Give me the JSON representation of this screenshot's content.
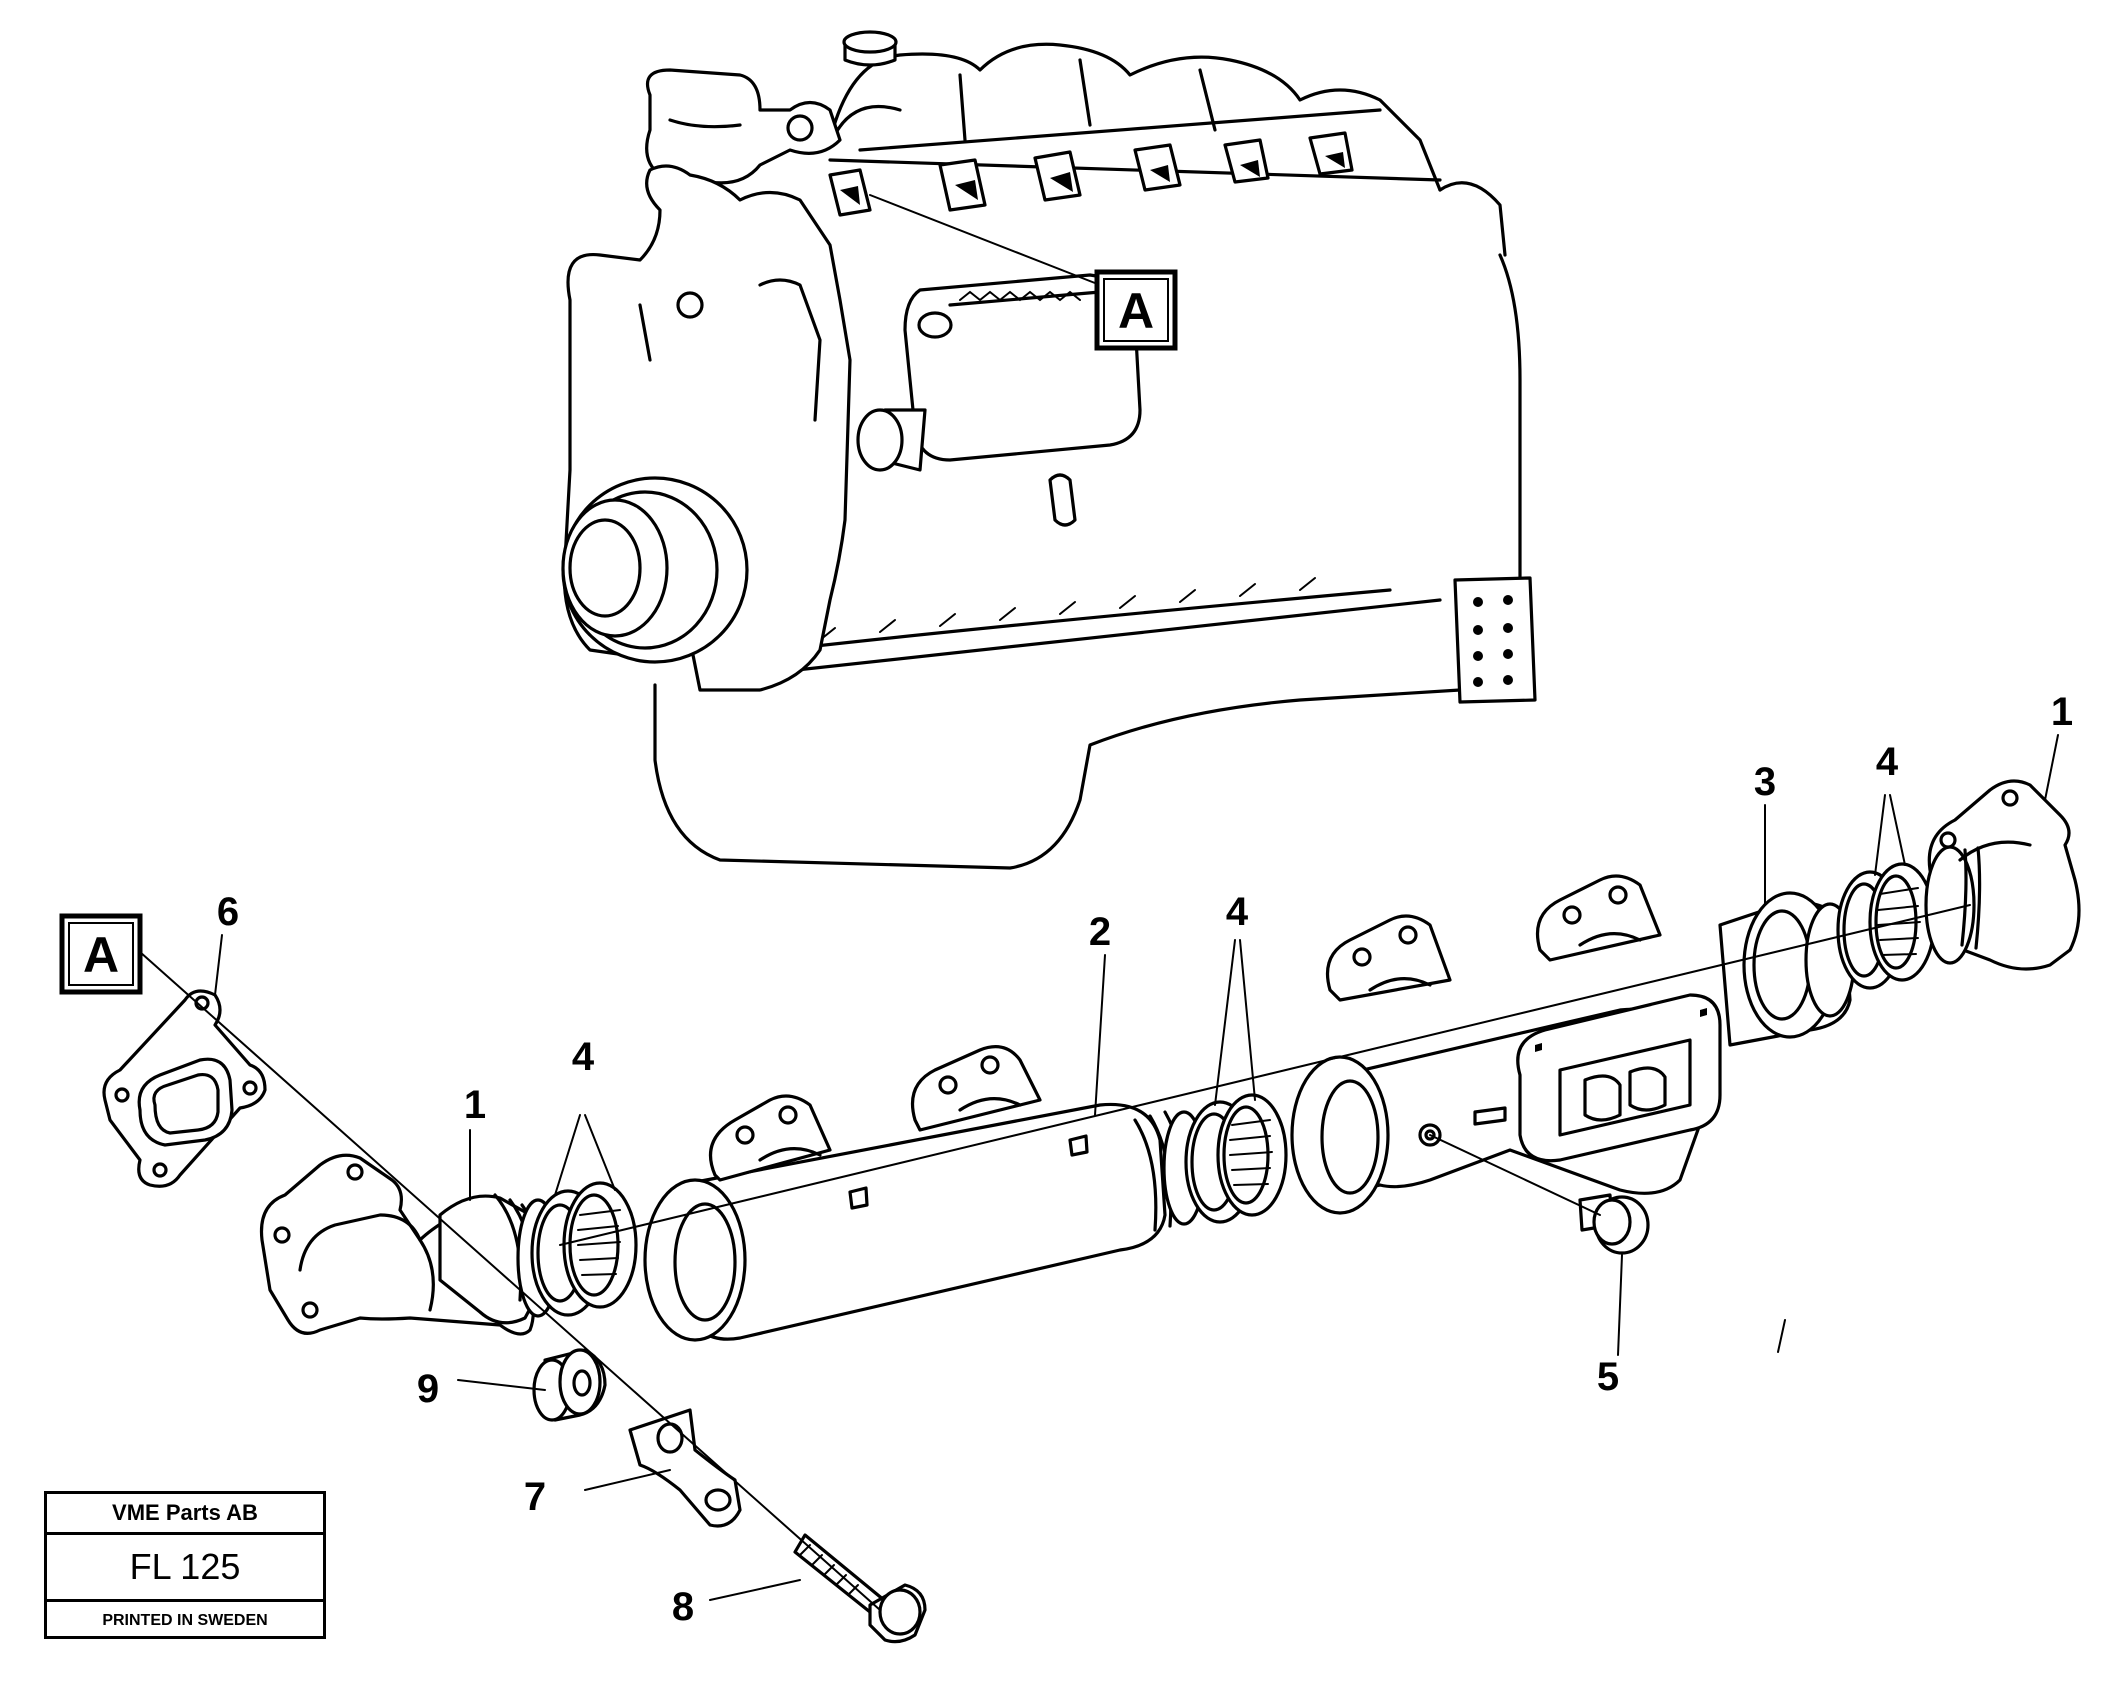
{
  "detail_marker": "A",
  "callouts": {
    "c1_left": "1",
    "c1_right": "1",
    "c2": "2",
    "c3": "3",
    "c4_left": "4",
    "c4_mid": "4",
    "c4_right": "4",
    "c5": "5",
    "c6": "6",
    "c7": "7",
    "c8": "8",
    "c9": "9"
  },
  "title_block": {
    "company": "VME Parts AB",
    "model": "FL 125",
    "printed": "PRINTED IN SWEDEN"
  }
}
